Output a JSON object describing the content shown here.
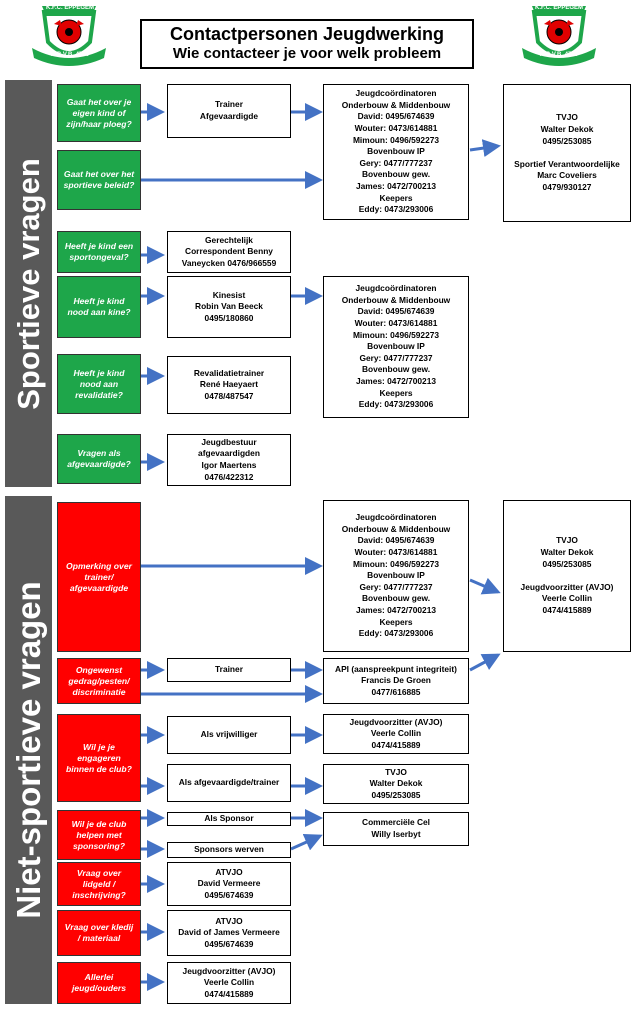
{
  "header": {
    "title": "Contactpersonen Jeugdwerking",
    "subtitle": "Wie contacteer je voor welk probleem"
  },
  "logo": {
    "club": "K.F.C. EPPEGEM",
    "federation": "K.B.V.B. 4759"
  },
  "colors": {
    "sportief": "#1ea64a",
    "niet_sportief": "#ff0000",
    "side_bar": "#595959",
    "arrow": "#4472c4"
  },
  "sections": {
    "sportief_label": "Sportieve vragen",
    "niet_sportief_label": "Niet-sportieve vragen"
  },
  "questions": {
    "q1": "Gaat het over je eigen kind of zijn/haar ploeg?",
    "q2": "Gaat het over het sportieve beleid?",
    "q3": "Heeft je kind een sportongeval?",
    "q4": "Heeft je kind nood aan kine?",
    "q5": "Heeft je kind nood aan revalidatie?",
    "q6": "Vragen als afgevaardigde?",
    "q7": "Opmerking over trainer/ afgevaardigde",
    "q8": "Ongewenst gedrag/pesten/ discriminatie",
    "q9": "Wil je je engageren binnen de club?",
    "q10": "Wil je de club helpen met sponsoring?",
    "q11": "Vraag over lidgeld / inschrijving?",
    "q12": "Vraag over kledij / materiaal",
    "q13": "Allerlei jeugd/ouders"
  },
  "boxes": {
    "trainer_afgevaardigde": [
      "Trainer",
      "Afgevaardigde"
    ],
    "jeugdcoord": [
      "Jeugdcoördinatoren",
      "Onderbouw  & Middenbouw",
      "David: 0495/674639",
      "Wouter:  0473/614881",
      "Mimoun:  0496/592273",
      "Bovenbouw IP",
      "Gery: 0477/777237",
      "Bovenbouw gew.",
      "James: 0472/700213",
      "Keepers",
      "Eddy: 0473/293006"
    ],
    "tvjo_sport": [
      "TVJO",
      "Walter Dekok",
      "0495/253085",
      "",
      "Sportief Verantwoordelijke",
      "Marc Coveliers",
      "0479/930127"
    ],
    "gerechtelijk": [
      "Gerechtelijk",
      "Correspondent Benny",
      "Vaneycken   0476/966559"
    ],
    "kinesist": [
      "Kinesist",
      "Robin Van Beeck",
      "0495/180860"
    ],
    "revalidatie": [
      "Revalidatietrainer",
      "René Haeyaert",
      "0478/487547"
    ],
    "jeugdbestuur": [
      "Jeugdbestuur",
      "afgevaardigden",
      "Igor Maertens",
      "0476/422312"
    ],
    "tvjo_niet": [
      "TVJO",
      "Walter Dekok",
      "0495/253085",
      "",
      "Jeugdvoorzitter  (AVJO)",
      "Veerle Collin",
      "0474/415889"
    ],
    "trainer": [
      "Trainer"
    ],
    "api": [
      "API (aanspreekpunt integriteit)",
      "Francis De Groen",
      "0477/616885"
    ],
    "als_vrijwilliger": [
      "Als vrijwilliger"
    ],
    "jeugdvoorzitter": [
      "Jeugdvoorzitter (AVJO)",
      "Veerle Collin",
      "0474/415889"
    ],
    "als_afgevaardigde": [
      "Als afgevaardigde/trainer"
    ],
    "tvjo_small": [
      "TVJO",
      "Walter Dekok",
      "0495/253085"
    ],
    "als_sponsor": [
      "Als Sponsor"
    ],
    "commercie": [
      "Commerciële Cel",
      "Willy Iserbyt"
    ],
    "sponsors_werven": [
      "Sponsors werven"
    ],
    "atvjo1": [
      "ATVJO",
      "David Vermeere",
      "0495/674639"
    ],
    "atvjo2": [
      "ATVJO",
      "David of James Vermeere",
      "0495/674639"
    ],
    "jeugdvoorzitter2": [
      "Jeugdvoorzitter (AVJO)",
      "Veerle Collin",
      "0474/415889"
    ]
  }
}
